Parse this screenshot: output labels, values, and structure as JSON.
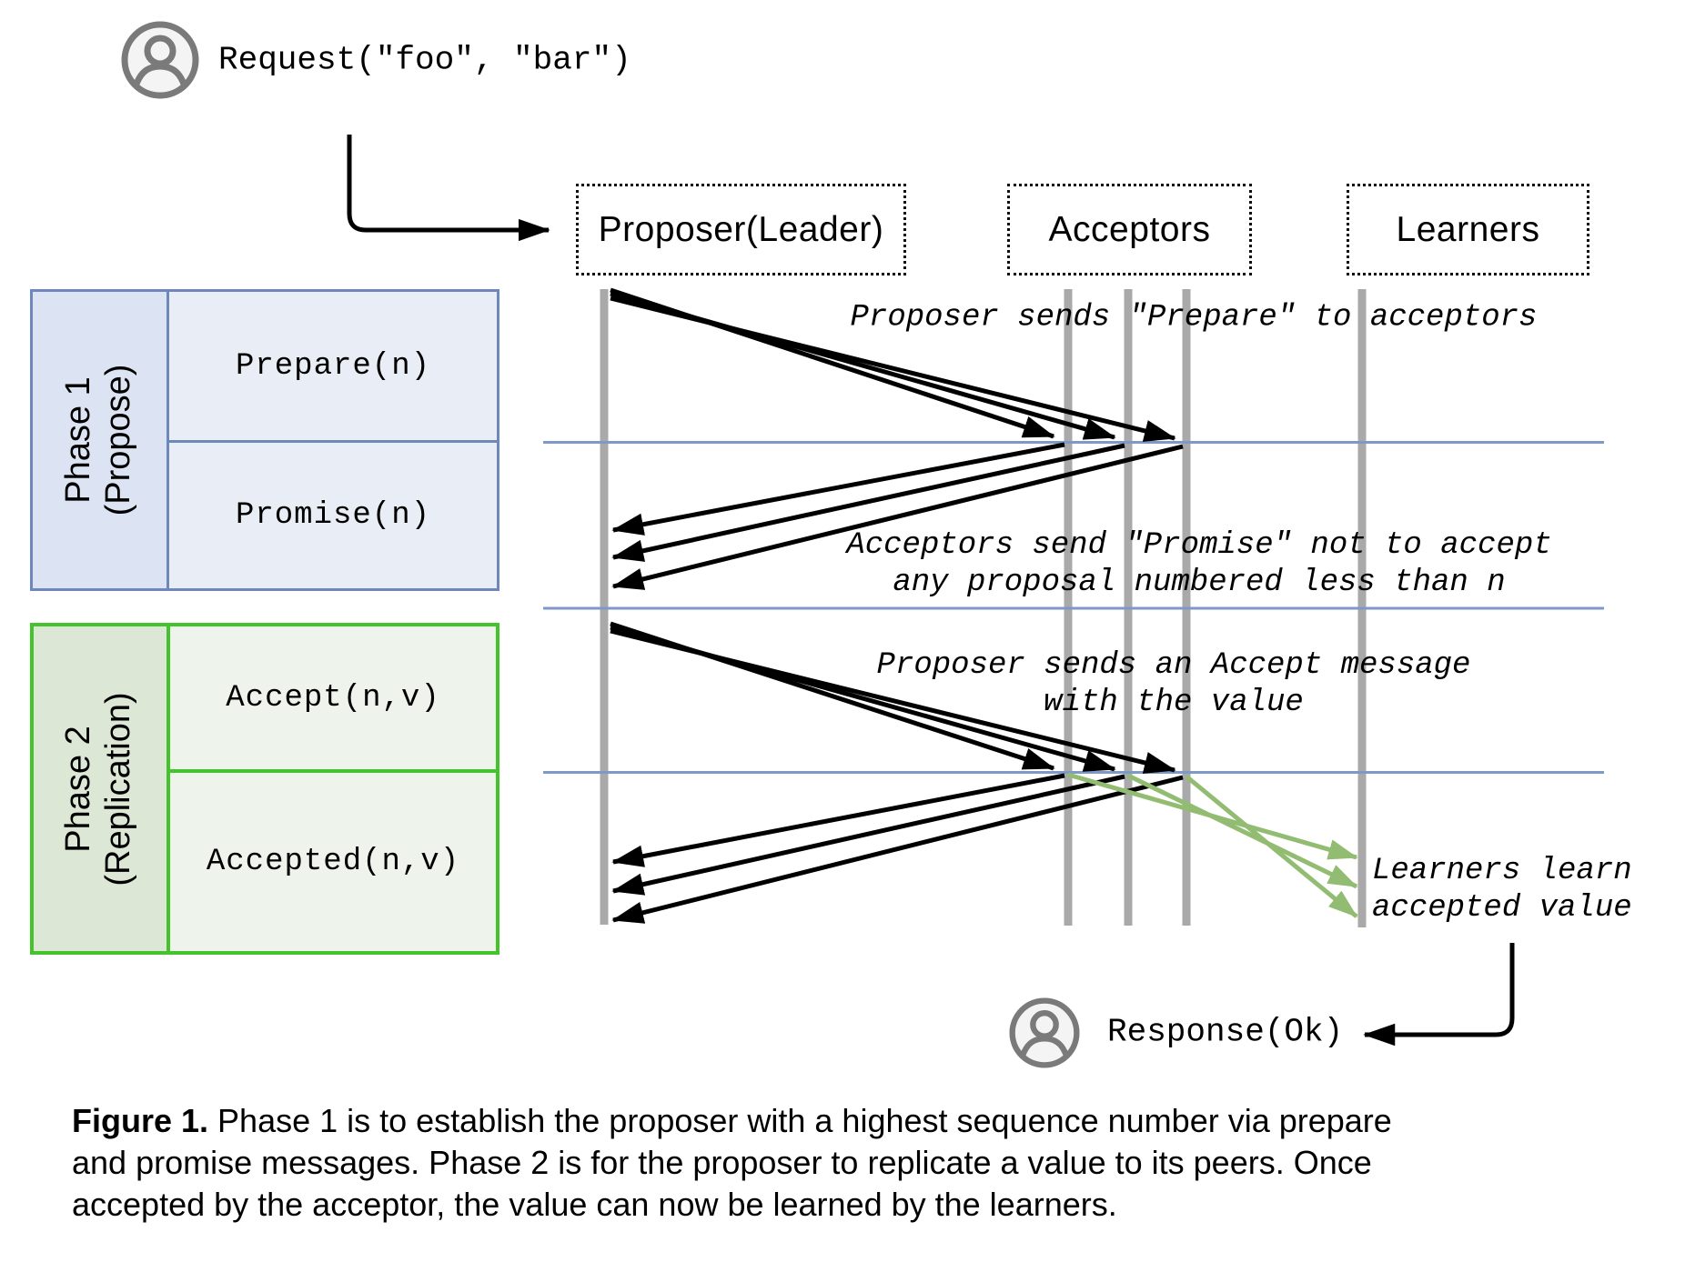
{
  "request": {
    "label": "Request(\"foo\", \"bar\")"
  },
  "response": {
    "label": "Response(Ok)"
  },
  "actors": [
    {
      "label": "Proposer(Leader)"
    },
    {
      "label": "Acceptors"
    },
    {
      "label": "Learners"
    }
  ],
  "phase1": {
    "title_line1": "Phase 1",
    "title_line2": "(Propose)",
    "row1": "Prepare(n)",
    "row2": "Promise(n)"
  },
  "phase2": {
    "title_line1": "Phase 2",
    "title_line2": "(Replication)",
    "row1": "Accept(n,v)",
    "row2": "Accepted(n,v)"
  },
  "annotations": {
    "prepare": "Proposer sends \"Prepare\" to acceptors",
    "promise_line1": "Acceptors send \"Promise\" not to accept",
    "promise_line2": "any proposal numbered less than n",
    "accept_line1": "Proposer sends an Accept message",
    "accept_line2": "with the value",
    "learn_line1": "Learners learn",
    "learn_line2": "accepted value"
  },
  "caption": {
    "bold": "Figure 1.",
    "line1_rest": " Phase 1 is to establish the proposer with a highest sequence number via prepare",
    "line2": "and promise messages. Phase 2 is for the proposer to replicate a value to its peers. Once",
    "line3": "accepted by the acceptor, the value can now be learned by the learners."
  },
  "colors": {
    "phase1_border": "#6f88bb",
    "phase1_label_bg": "#dce4f4",
    "phase1_row_bg": "#e9edf5",
    "phase2_border": "#45c32c",
    "phase2_label_bg": "#dce7d5",
    "phase2_row_bg": "#eef3eb",
    "timeline_blue": "#7e99c8",
    "lifeline_gray": "#a9a9a9",
    "green_arrow": "#92bc72",
    "icon_gray": "#7a7a7a",
    "black": "#000000"
  }
}
